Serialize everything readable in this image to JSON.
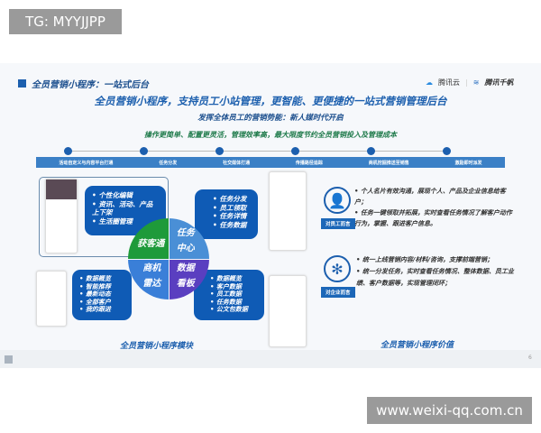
{
  "watermark_top": "TG: MYYJJPP",
  "watermark_bottom": "www.weixi-qq.com.cn",
  "slide": {
    "header": "全员营销小程序：一站式后台",
    "logo_tencent_cloud": "腾讯云",
    "logo_qianfan": "腾讯千帆",
    "title": "全员营销小程序，支持员工小站管理，更智能、更便捷的一站式营销管理后台",
    "subtitle": "发挥全体员工的营销势能：新人媒时代开启",
    "tagline": "操作更简单、配置更灵活，管理效率高，最大限度节约全员营销投入及管理成本",
    "timeline": [
      "活动自定义与内容平台打通",
      "任务分发",
      "社交媒体打通",
      "传播路径追踪",
      "商机挖掘推送至销售",
      "激励即时派发"
    ],
    "modules": {
      "caption": "全员营销小程序模块",
      "q1": {
        "label": "获客通",
        "items": [
          "个性化编辑",
          "资讯、活动、产品上下架",
          "生活圈管理"
        ]
      },
      "q2": {
        "label1": "任务",
        "label2": "中心",
        "items": [
          "任务分发",
          "员工领取",
          "任务详情",
          "任务数据"
        ]
      },
      "q3": {
        "label1": "商机",
        "label2": "雷达",
        "items": [
          "数据概览",
          "智能推荐",
          "最新动态",
          "全部客户",
          "我的跟进"
        ]
      },
      "q4": {
        "label1": "数据",
        "label2": "看板",
        "items": [
          "数据概览",
          "客户数据",
          "员工数据",
          "任务数据",
          "公文包数据"
        ]
      }
    },
    "value": {
      "caption": "全员营销小程序价值",
      "employee": {
        "tag": "对员工而言",
        "points": [
          "个人名片有效沟通，展现个人、产品及企业信息给客户；",
          "任务一键领取并拓展，实时查看任务情况了解客户动作行为，掌握、跟进客户信息。"
        ]
      },
      "enterprise": {
        "tag": "对企业而言",
        "points": [
          "统一上线营销内容/材料/咨询，支撑前端营销；",
          "统一分发任务，实时查看任务情况、整体数据、员工业绩、客户数据等，实现管理闭环；"
        ]
      }
    },
    "page_number": "6"
  },
  "colors": {
    "primary": "#0f5bb5",
    "green": "#1e9a3a",
    "purple": "#5a3fc0",
    "light_blue": "#4a8fd6"
  }
}
